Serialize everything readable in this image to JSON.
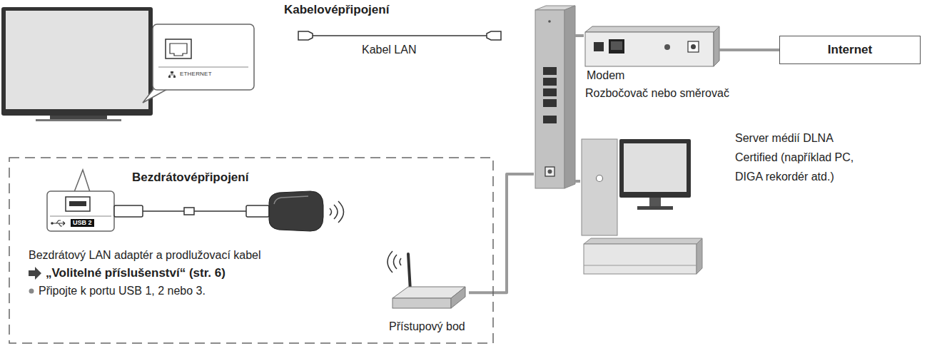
{
  "diagram": {
    "nodes": [
      {
        "text": [
          "Modem"
        ]
      },
      {
        "text": [
          "Internet"
        ]
      },
      {
        "text": [
          "Rozbočovač nebo směrovač"
        ]
      },
      {
        "text": [
          "Bezdrátovépřipojení",
          "Bezdrátový LAN adaptér a prodlužovací kabel",
          "„Volitelné příslušenství“ (str. 6)",
          "Připojte k portu USB 1, 2 nebo 3."
        ]
      },
      {
        "text": [
          "Přístupový bod"
        ],
        "in": 3
      },
      {
        "text": [
          "Server médií DLNA Certified (například PC, DIGA rekordér atd.)"
        ]
      }
    ],
    "edges": [
      {
        "from": 0,
        "to": 1,
        "arrow": "none"
      },
      {
        "from": 2,
        "to": 0,
        "arrow": "none"
      },
      {
        "from": 2,
        "to": 4,
        "arrow": "none"
      },
      {
        "from": 2,
        "to": 5,
        "arrow": "none"
      }
    ],
    "labels": [
      "Kabelovépřipojení",
      "Kabel LAN",
      "ETHERNET",
      "USB 2"
    ]
  }
}
